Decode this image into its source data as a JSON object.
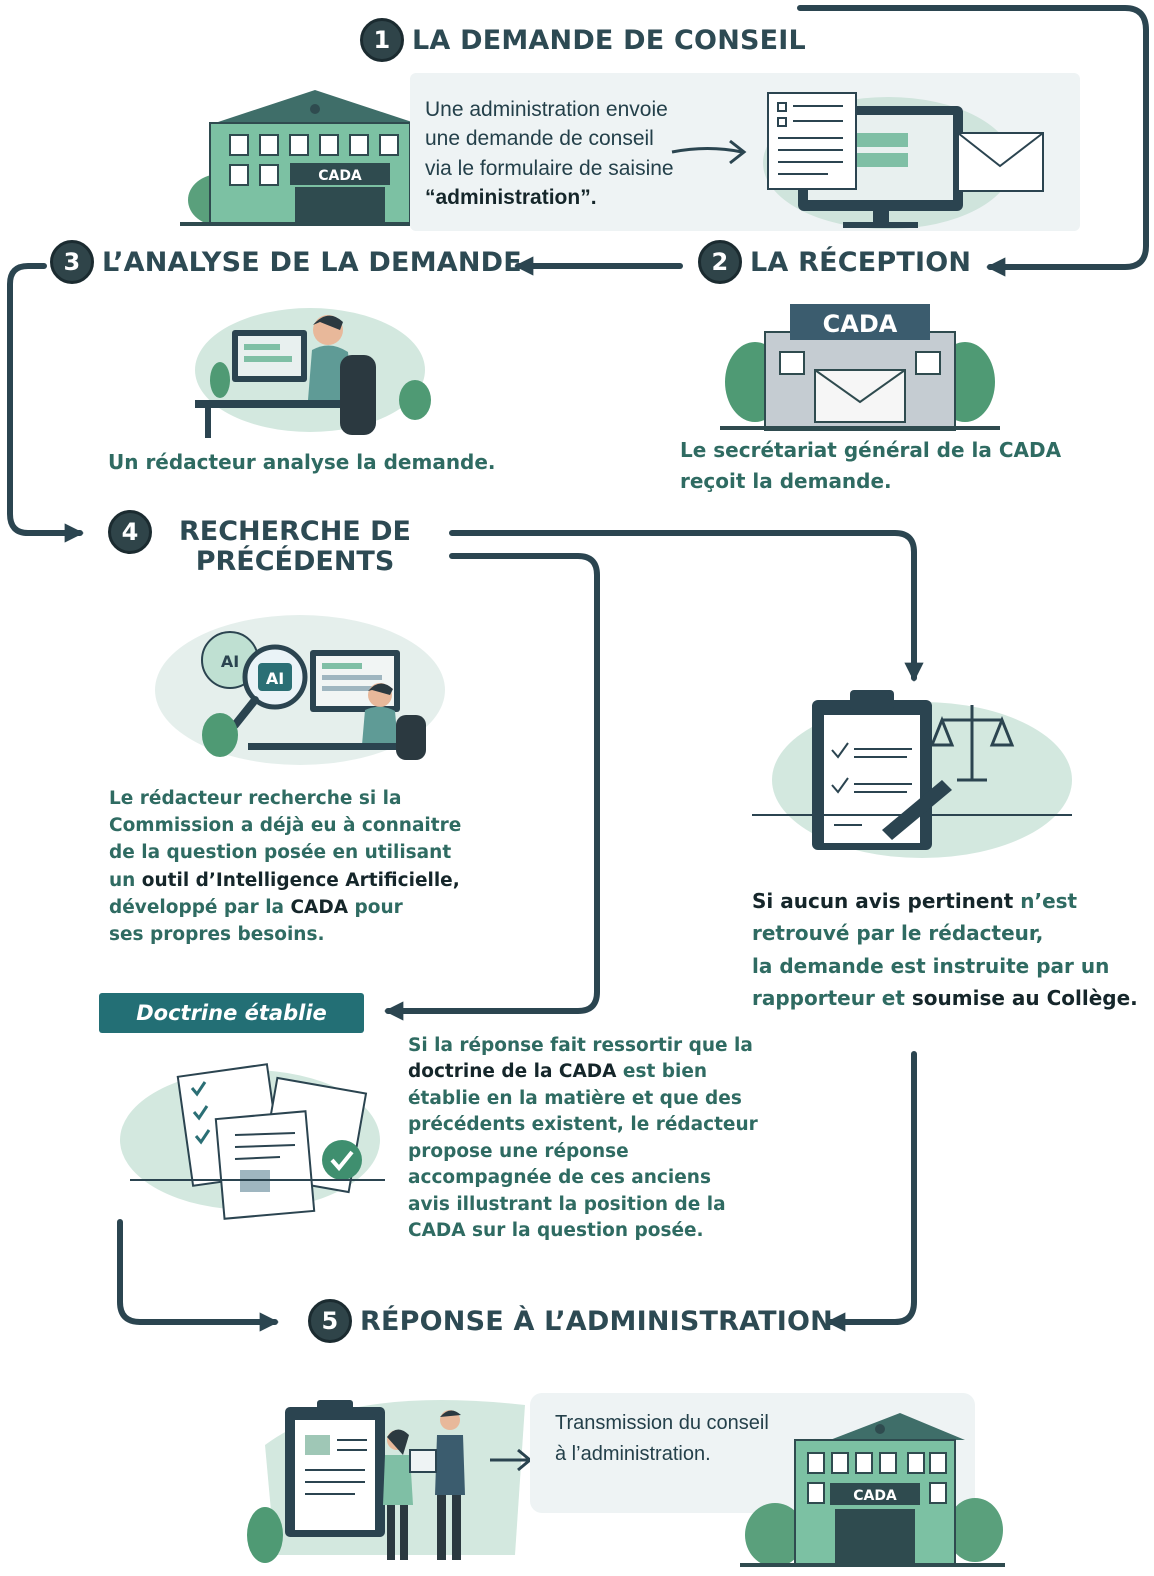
{
  "steps": {
    "s1": {
      "num": "1",
      "title": "LA DEMANDE DE CONSEIL"
    },
    "s2": {
      "num": "2",
      "title": "LA RÉCEPTION"
    },
    "s3": {
      "num": "3",
      "title": "L’ANALYSE DE LA DEMANDE"
    },
    "s4": {
      "num": "4",
      "title_line1": "RECHERCHE DE",
      "title_line2": "PRÉCÉDENTS"
    },
    "s5": {
      "num": "5",
      "title": "RÉPONSE À L’ADMINISTRATION"
    }
  },
  "s1_text": {
    "line1": "Une administration envoie",
    "line2": "une demande de conseil",
    "line3": "via le formulaire de saisine",
    "line4_open": "“",
    "line4_bold": "administration",
    "line4_close": "”."
  },
  "s2_text": {
    "line1": "Le secrétariat général de la CADA",
    "line2": "reçoit la demande."
  },
  "s3_text": "Un rédacteur analyse la demande.",
  "s4_text": {
    "l1": "Le rédacteur recherche si la",
    "l2": "Commission a déjà eu à connaitre",
    "l3": "de la question posée en utilisant",
    "l4a": "un ",
    "l4b": "outil d’Intelligence Artificielle,",
    "l5a": "développé par la ",
    "l5b": "CADA",
    "l5c": " pour",
    "l6": "ses propres besoins."
  },
  "college_text": {
    "l1a": "Si aucun avis pertinent",
    "l1b": " n’est",
    "l2": "retrouvé par le rédacteur,",
    "l3": "la demande est instruite par un",
    "l4a": "rapporteur et ",
    "l4b": "soumise au Collège."
  },
  "doctrine": {
    "badge": "Doctrine établie",
    "l1": "Si la réponse fait ressortir que la",
    "l2a": "doctrine de la CADA",
    "l2b": " est bien",
    "l3": "établie en la matière et que des",
    "l4": "précédents existent, le rédacteur",
    "l5": "propose une réponse",
    "l6": "accompagnée de ces anciens",
    "l7": "avis illustrant la position de la",
    "l8": "CADA sur la question posée."
  },
  "s5_text": {
    "line1": "Transmission du conseil",
    "line2": "à l’administration."
  },
  "illustrations": {
    "cada_sign": "CADA",
    "ai_label": "AI"
  },
  "colors": {
    "teal": "#2f6b62",
    "dark": "#2d4a53",
    "green": "#7fbf9f",
    "arrow": "#2b4550",
    "badge": "#236f75"
  }
}
